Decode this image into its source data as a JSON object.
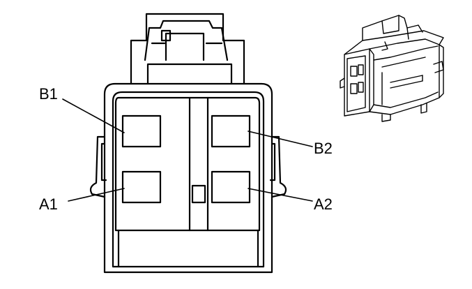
{
  "pins": {
    "b1": "B1",
    "b2": "B2",
    "a1": "A1",
    "a2": "A2"
  },
  "colors": {
    "line": "#000000",
    "background": "#ffffff"
  }
}
